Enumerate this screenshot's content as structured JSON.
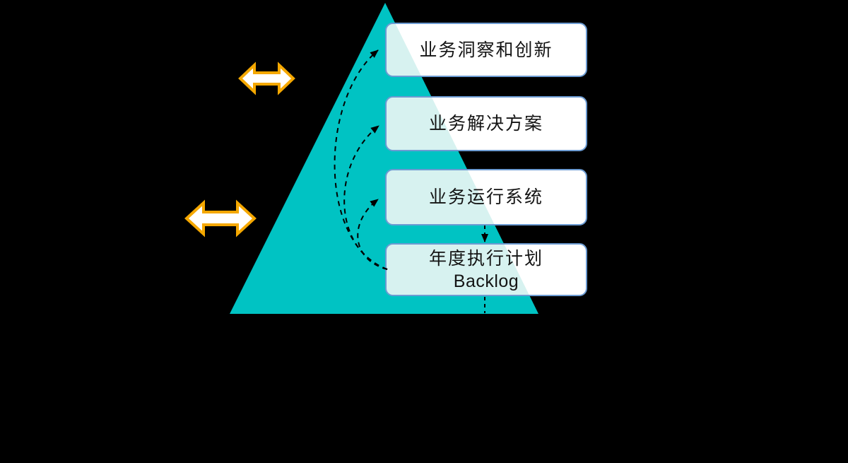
{
  "diagram": {
    "type": "pyramid-flow",
    "pyramid": {
      "layers": [
        {
          "title": "业务洞察和创新"
        },
        {
          "title": "业务解决方案"
        },
        {
          "title": "业务运行系统"
        },
        {
          "title": "年度执行计划",
          "subtitle": "Backlog"
        }
      ]
    },
    "connectors": {
      "downward_flow_arrows": 4,
      "feedback_arrows_from_bottom_layer": 3,
      "style": "dashed"
    },
    "icons": [
      {
        "name": "double-arrow-icon-top",
        "type": "horizontal-double-arrow"
      },
      {
        "name": "double-arrow-icon-bottom",
        "type": "horizontal-double-arrow"
      }
    ],
    "colors": {
      "background": "#000000",
      "pyramid_fill": "#00C3C3",
      "box_fill": "#FFFFFF",
      "box_overlap_tint": "#D7F2F0",
      "box_border": "#6C9BD2",
      "connector_color": "#000000",
      "double_arrow_outline": "#F5A800",
      "double_arrow_fill": "#FFFFFF",
      "label_text": "#141414"
    }
  }
}
